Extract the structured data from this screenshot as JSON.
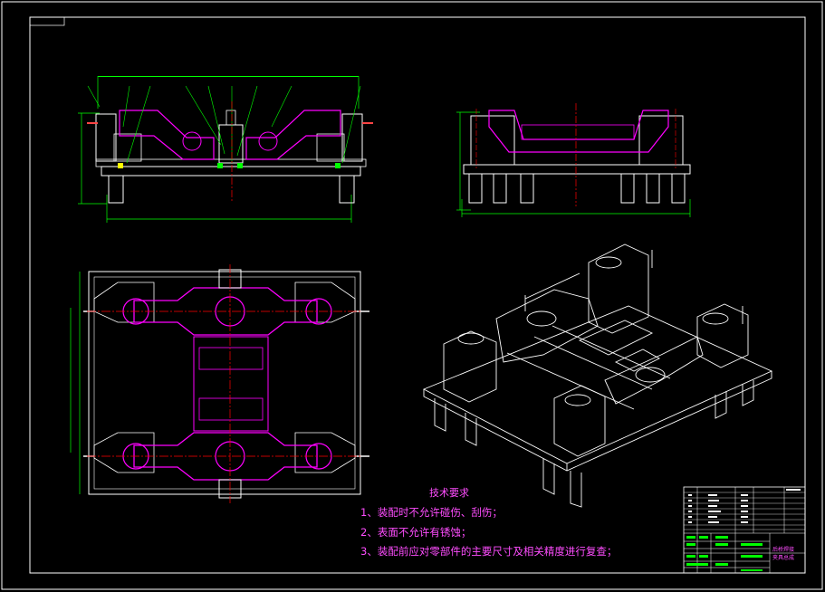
{
  "technical_requirements": {
    "title": "技术要求",
    "items": [
      "1、装配时不允许碰伤、刮伤；",
      "2、表面不允许有锈蚀；",
      "3、装配前应对零部件的主要尺寸及相关精度进行复查；"
    ]
  },
  "title_block": {
    "drawing_name_line1": "后桥焊接",
    "drawing_name_line2": "夹具总成"
  },
  "colors": {
    "background": "#000000",
    "outline": "#ffffff",
    "part": "#ff00ff",
    "dimension": "#00ff00",
    "centerline": "#ff0000",
    "bolt": "#ffff00"
  }
}
